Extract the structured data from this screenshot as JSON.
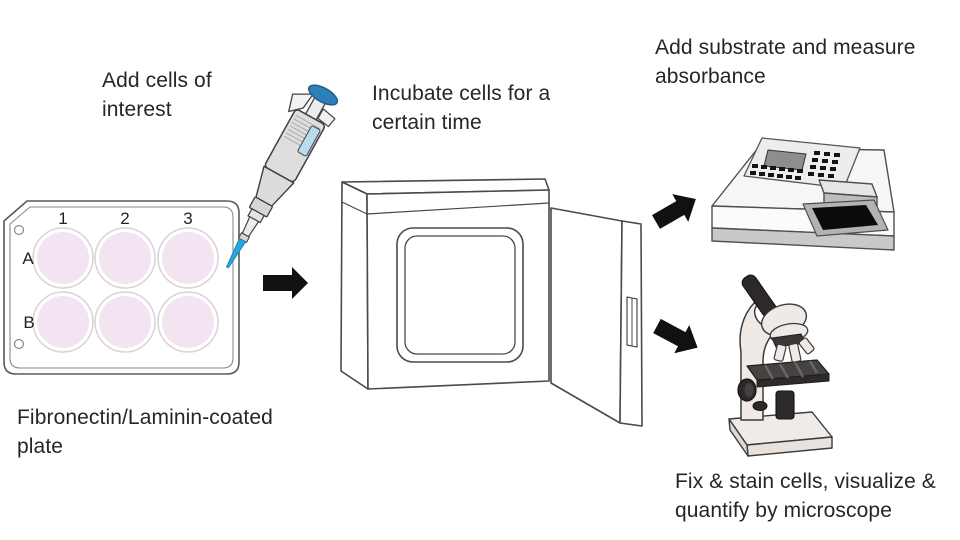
{
  "steps": {
    "add_cells": "Add cells of interest",
    "incubate": "Incubate cells for a certain time",
    "measure": "Add substrate and measure absorbance",
    "microscopy": "Fix & stain cells, visualize & quantify by microscope",
    "plate_caption": "Fibronectin/Laminin-coated plate"
  },
  "plate": {
    "column_labels": [
      "1",
      "2",
      "3"
    ],
    "row_labels": [
      "A",
      "B"
    ]
  },
  "equipment": [
    "well-plate",
    "micropipette",
    "incubator",
    "plate-reader",
    "microscope"
  ],
  "colors": {
    "background": "#ffffff",
    "text": "#262626",
    "outline": "#4a4a4a",
    "arrow": "#111111",
    "well_fill": "#f2e4f1",
    "pipette_button": "#2d7fb8",
    "pipette_tip": "#29a8e0",
    "pipette_window": "#b8dcee",
    "microscope_body": "#f0eae6"
  }
}
